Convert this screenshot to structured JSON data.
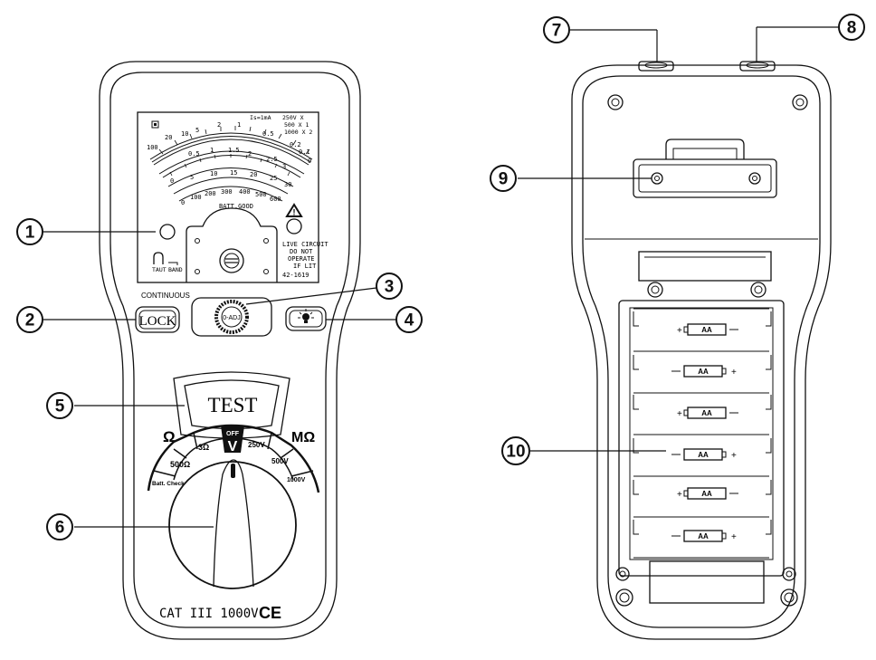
{
  "front": {
    "meter": {
      "header_text": "Is=1mA",
      "range_lines": [
        "250V X",
        "500 X 1",
        "1000 X 2"
      ],
      "scale_top_labels": [
        "100",
        "20",
        "10",
        "5",
        "2",
        "1",
        "0.5",
        "0.2",
        "0.1",
        "0"
      ],
      "scale_mid_labels": [
        "0.5",
        "1",
        "1.5",
        "2",
        "2.5",
        "3"
      ],
      "scale_low_labels": [
        "0",
        "5",
        "10",
        "15",
        "20",
        "25",
        "30"
      ],
      "scale_volt_labels": [
        "0",
        "100",
        "200",
        "300",
        "400",
        "500",
        "600"
      ],
      "batt_good": "BATT.GOOD",
      "warning_lines": [
        "LIVE CIRCUIT",
        "DO NOT",
        "OPERATE",
        "IF LIT"
      ],
      "band_labels": [
        "TAUT",
        "BAND"
      ],
      "model": "42-1619"
    },
    "continuous_label": "CONTINUOUS",
    "lock_label": "LOCK",
    "zero_adj_label": "0-ADJ",
    "test_label": "TEST",
    "dial": {
      "ohm_symbol": "Ω",
      "megohm_symbol": "MΩ",
      "positions": [
        "Batt. Check",
        "500Ω",
        "3Ω",
        "OFF",
        "V",
        "250V",
        "500V",
        "1000V"
      ]
    },
    "cat_rating": "CAT III 1000V",
    "ce_mark": "CE"
  },
  "back": {
    "battery_label": "AA",
    "battery_count": 6
  },
  "callouts": [
    "1",
    "2",
    "3",
    "4",
    "5",
    "6",
    "7",
    "8",
    "9",
    "10"
  ]
}
